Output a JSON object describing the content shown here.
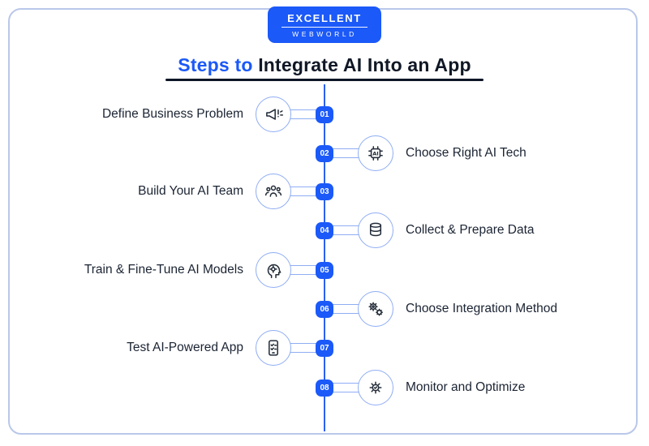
{
  "logo": {
    "line1": "EXCELLENT",
    "line2": "WEBWORLD"
  },
  "title": {
    "highlight": "Steps to",
    "rest": " Integrate AI Into an App"
  },
  "colors": {
    "accent": "#1b59f8",
    "timeline": "#2a61f0",
    "frame_border": "#b9c7ea",
    "text_dark": "#101826",
    "underline": "#0d1626",
    "circle_outline": "#8fadf3"
  },
  "steps": [
    {
      "number": "01",
      "label": "Define Business Problem",
      "side": "left",
      "icon": "alert-megaphone-icon"
    },
    {
      "number": "02",
      "label": "Choose Right AI Tech",
      "side": "right",
      "icon": "ai-chip-icon"
    },
    {
      "number": "03",
      "label": "Build Your AI Team",
      "side": "left",
      "icon": "team-icon"
    },
    {
      "number": "04",
      "label": "Collect & Prepare Data",
      "side": "right",
      "icon": "database-icon"
    },
    {
      "number": "05",
      "label": "Train & Fine-Tune AI Models",
      "side": "left",
      "icon": "ai-head-icon"
    },
    {
      "number": "06",
      "label": "Choose Integration Method",
      "side": "right",
      "icon": "gears-icon"
    },
    {
      "number": "07",
      "label": "Test AI-Powered App",
      "side": "left",
      "icon": "mobile-test-icon"
    },
    {
      "number": "08",
      "label": "Monitor and Optimize",
      "side": "right",
      "icon": "monitor-gear-icon"
    }
  ]
}
